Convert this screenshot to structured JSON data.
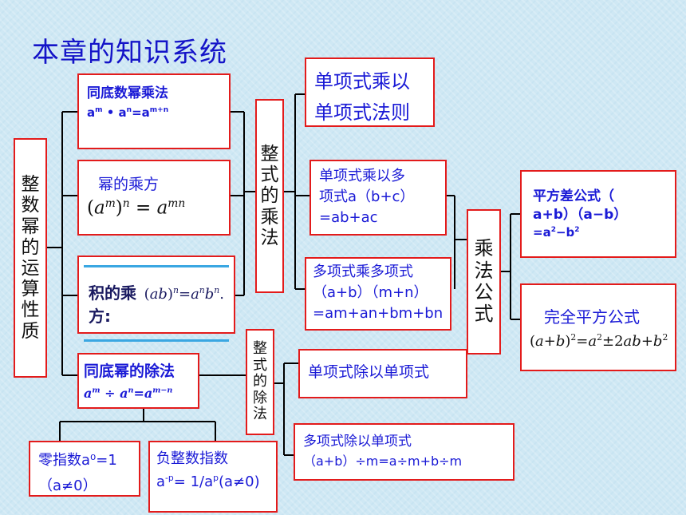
{
  "title": "本章的知识系统",
  "root": {
    "chars": [
      "整",
      "数",
      "幂",
      "的",
      "运",
      "算",
      "性",
      "质"
    ]
  },
  "power_rules": {
    "same_base_multiply": {
      "label": "同底数幂乘法",
      "formula_html": "a<span class='sup'>m</span> • a<span class='sup'>n</span>=a<span class='sup'>m+n</span>"
    },
    "power_of_power": {
      "label": "幂的乘方",
      "formula_html": "(<span class='it'>a</span><span class='sup it'>m</span>)<span class='sup it'>n</span> = <span class='it'>a</span><span class='sup it'>mn</span>"
    },
    "power_of_product": {
      "label": "积的乘方:",
      "formula_html": "(<span class='it'>ab</span>)<span class='sup it'>n</span>=<span class='it'>a</span><span class='sup it'>n</span><span class='it'>b</span><span class='sup it'>n</span>."
    },
    "same_base_divide": {
      "label": "同底幂的除法",
      "formula_html": "a<span class='sup'>m</span> ÷ a<span class='sup'>n</span>=a<span class='sup'>m−n</span>"
    },
    "zero_exponent": {
      "line1": "零指数a⁰=1",
      "line2": "（a≠0）"
    },
    "negative_exponent": {
      "line1": "负整数指数",
      "formula_html": "a<span class='sup'>-p</span>= <span class='frac'>1/a<span class='sup'>p</span></span>(a≠0)"
    }
  },
  "multiplication": {
    "chars": [
      "整",
      "式",
      "的",
      "乘",
      "法"
    ],
    "mono_by_mono": {
      "line1": "单项式乘以",
      "line2": "单项式法则"
    },
    "mono_by_poly": {
      "line1": "单项式乘以多",
      "line2": "项式a（b+c）",
      "line3": "=ab+ac"
    },
    "poly_by_poly": {
      "line1": "多项式乘多项式",
      "line2": "（a+b）（m+n）",
      "line3": "=am+an+bm+bn"
    }
  },
  "formulas": {
    "chars": [
      "乘",
      "法",
      "公",
      "式"
    ],
    "difference_of_squares": {
      "line1": "平方差公式（",
      "line2": "a+b）（a−b）",
      "line3_html": "=a<span class='sup'>2</span>−b<span class='sup'>2</span>"
    },
    "perfect_square": {
      "label": "完全平方公式",
      "formula_html": "(<span class='it'>a</span>+<span class='it'>b</span>)<span class='sup'>2</span>=<span class='it'>a</span><span class='sup'>2</span>±2<span class='it'>ab</span>+<span class='it'>b</span><span class='sup'>2</span>"
    }
  },
  "division": {
    "chars": [
      "整",
      "式",
      "的",
      "除",
      "法"
    ],
    "mono_by_mono": {
      "label": "单项式除以单项式"
    },
    "poly_by_mono": {
      "line1": "多项式除以单项式",
      "line2": "（a+b）÷m=a÷m+b÷m"
    }
  }
}
